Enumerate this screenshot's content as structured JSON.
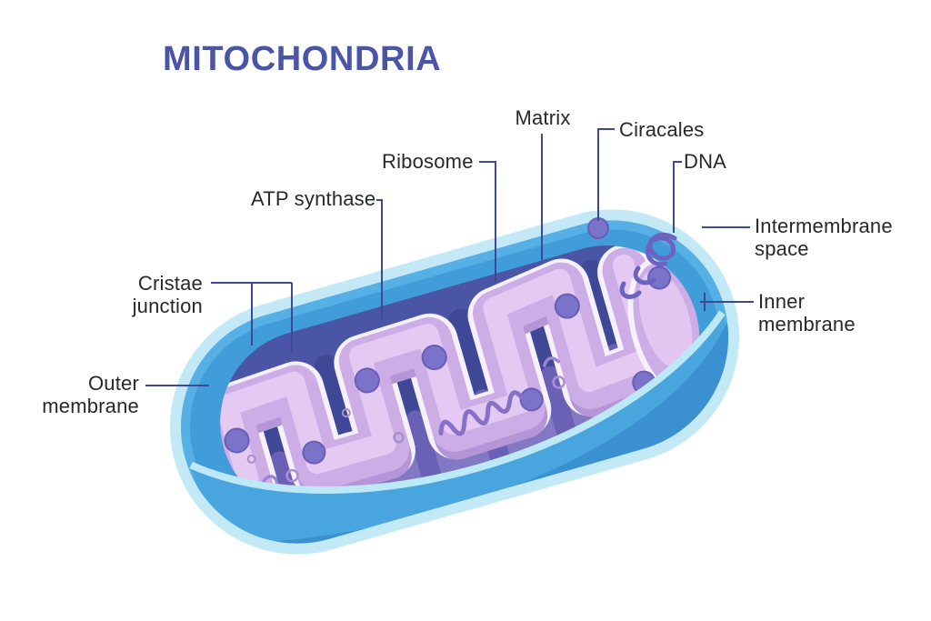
{
  "title": "MITOCHONDRIA",
  "labels": {
    "matrix": "Matrix",
    "ciracales": "Ciracales",
    "dna": "DNA",
    "ribosome": "Ribosome",
    "atp_synthase": "ATP synthase",
    "cristae_junction": "Cristae junction",
    "outer_membrane": "Outer membrane",
    "intermembrane_space": "Intermembrane space",
    "inner_membrane": "Inner membrane"
  },
  "colors": {
    "title_text": "#4a55a8",
    "label_text": "#26282e",
    "leader_line": "#3d4992",
    "outer_rim_cyan": "#c3e9f6",
    "outer_membrane_blue": "#45a4de",
    "membrane_shade_blue": "#3b90d2",
    "interior_navy": "#4a55a5",
    "cristae_lavender": "#cdade6",
    "cristae_highlight": "#e4c9f3",
    "cristae_outline": "#f5f0fa",
    "sub_cristae_purple": "#8279c4",
    "ribosome_dot": "#7b72c9",
    "dna_strand": "#6c63c1"
  }
}
